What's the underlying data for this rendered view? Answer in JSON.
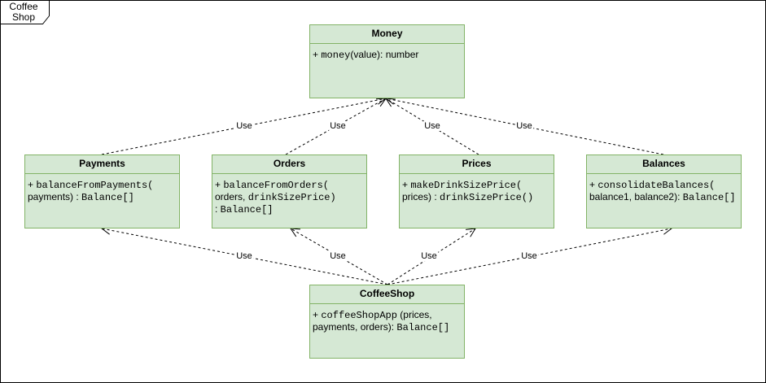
{
  "frame": {
    "label_line1": "Coffee",
    "label_line2": "Shop"
  },
  "classes": {
    "money": {
      "name": "Money",
      "member_prefix": "+ ",
      "member_code": "money",
      "member_rest": "(value): number"
    },
    "payments": {
      "name": "Payments",
      "line1_prefix": "+ ",
      "line1_code": "balanceFromPayments(",
      "line2_text": "payments) : ",
      "line2_code": "Balance[]"
    },
    "orders": {
      "name": "Orders",
      "line1_prefix": "+ ",
      "line1_code": "balanceFromOrders(",
      "line2_text": "orders, ",
      "line2_code": "drinkSizePrice)",
      "line3_text": ": ",
      "line3_code": "Balance[]"
    },
    "prices": {
      "name": "Prices",
      "line1_prefix": "+ ",
      "line1_code": "makeDrinkSizePrice(",
      "line2_text": "prices) : ",
      "line2_code": "drinkSizePrice()"
    },
    "balances": {
      "name": "Balances",
      "line1_prefix": "+ ",
      "line1_code": "consolidateBalances(",
      "line2_text": "balance1, balance2): ",
      "line2_code": "Balance[]"
    },
    "coffeeshop": {
      "name": "CoffeeShop",
      "line1_prefix": "+ ",
      "line1_code": "coffeeShopApp",
      "line1_rest": "  (prices,",
      "line2_text": "payments, orders): ",
      "line2_code": "Balance[]"
    }
  },
  "edges": [
    {
      "from": "Payments",
      "to": "Money",
      "label": "Use"
    },
    {
      "from": "Orders",
      "to": "Money",
      "label": "Use"
    },
    {
      "from": "Prices",
      "to": "Money",
      "label": "Use"
    },
    {
      "from": "Balances",
      "to": "Money",
      "label": "Use"
    },
    {
      "from": "CoffeeShop",
      "to": "Payments",
      "label": "Use"
    },
    {
      "from": "CoffeeShop",
      "to": "Orders",
      "label": "Use"
    },
    {
      "from": "CoffeeShop",
      "to": "Prices",
      "label": "Use"
    },
    {
      "from": "CoffeeShop",
      "to": "Balances",
      "label": "Use"
    }
  ],
  "colors": {
    "class_fill": "#d5e8d4",
    "class_stroke": "#82b366",
    "edge_stroke": "#000000"
  }
}
